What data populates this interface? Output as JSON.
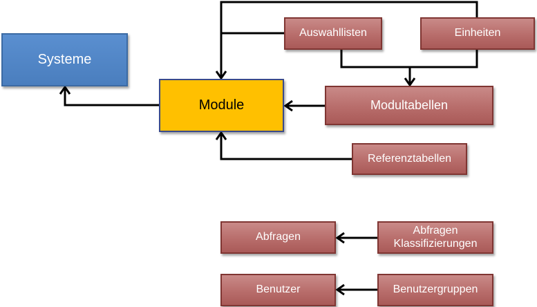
{
  "nodes": {
    "systeme": "Systeme",
    "module": "Module",
    "auswahllisten": "Auswahllisten",
    "einheiten": "Einheiten",
    "modultabellen": "Modultabellen",
    "referenztabellen": "Referenztabellen",
    "abfragen": "Abfragen",
    "abfragen_klassifizierungen_line1": "Abfragen",
    "abfragen_klassifizierungen_line2": "Klassifizierungen",
    "benutzer": "Benutzer",
    "benutzergruppen": "Benutzergruppen"
  },
  "colors": {
    "blue_box": "#4a7ebe",
    "yellow_box": "#ffc000",
    "red_box": "#b86d6b",
    "connector": "#000000"
  }
}
